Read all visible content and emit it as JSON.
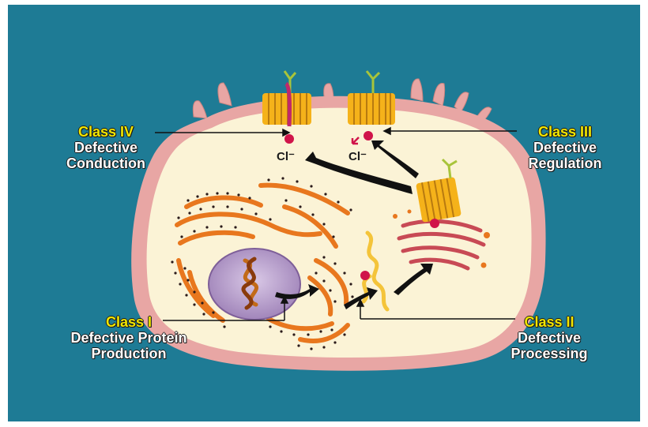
{
  "labels": {
    "class4": {
      "title": "Class IV",
      "line1": "Defective",
      "line2": "Conduction"
    },
    "class3": {
      "title": "Class III",
      "line1": "Defective",
      "line2": "Regulation"
    },
    "class1": {
      "title": "Class I",
      "line1": "Defective Protein",
      "line2": "Production"
    },
    "class2": {
      "title": "Class II",
      "line1": "Defective",
      "line2": "Processing"
    }
  },
  "ions": {
    "left": "Cl⁻",
    "right": "Cl⁻"
  },
  "colors": {
    "background": "#1e7b95",
    "membrane": "#e8a6a4",
    "cytoplasm": "#fbf3d6",
    "class_title": "#f2e600",
    "channel": "#f5b21a",
    "nucleus": "#b49bc8",
    "er": "#e8771e",
    "golgi": "#c84a55",
    "chloride_dot": "#d0144a"
  }
}
